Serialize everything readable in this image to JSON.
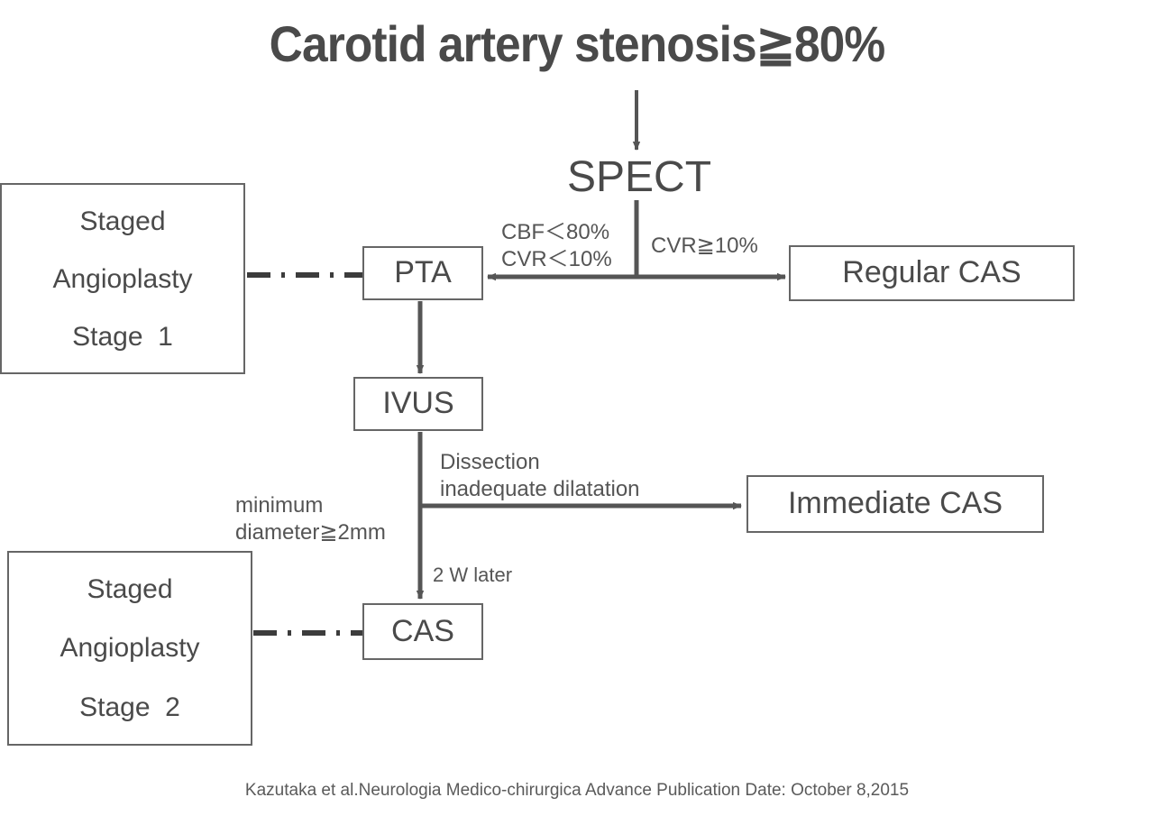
{
  "diagram": {
    "title": "Carotid artery stenosis≧80%",
    "caption": "Kazutaka et al.Neurologia Medico-chirurgica Advance Publication Date: October 8,2015",
    "colors": {
      "text": "#4a4a4a",
      "line": "#555555",
      "box_border": "#666666",
      "background": "#ffffff"
    },
    "nodes": {
      "spect": "SPECT",
      "pta": "PTA",
      "ivus": "IVUS",
      "cas": "CAS",
      "regular_cas": "Regular CAS",
      "immediate_cas": "Immediate CAS",
      "staged_stage1": {
        "line1": "Staged",
        "line2": "Angioplasty",
        "line3": "Stage  1"
      },
      "staged_stage2": {
        "line1": "Staged",
        "line2": "Angioplasty",
        "line3": "Stage  2"
      }
    },
    "edge_labels": {
      "cbf_low": "CBF＜80%",
      "cvr_low": "CVR＜10%",
      "cvr_ok": "CVR≧10%",
      "dissection_l1": "Dissection",
      "dissection_l2": "inadequate dilatation",
      "min_diameter_l1": "minimum",
      "min_diameter_l2": "diameter≧2mm",
      "two_weeks": "2 W later"
    }
  }
}
